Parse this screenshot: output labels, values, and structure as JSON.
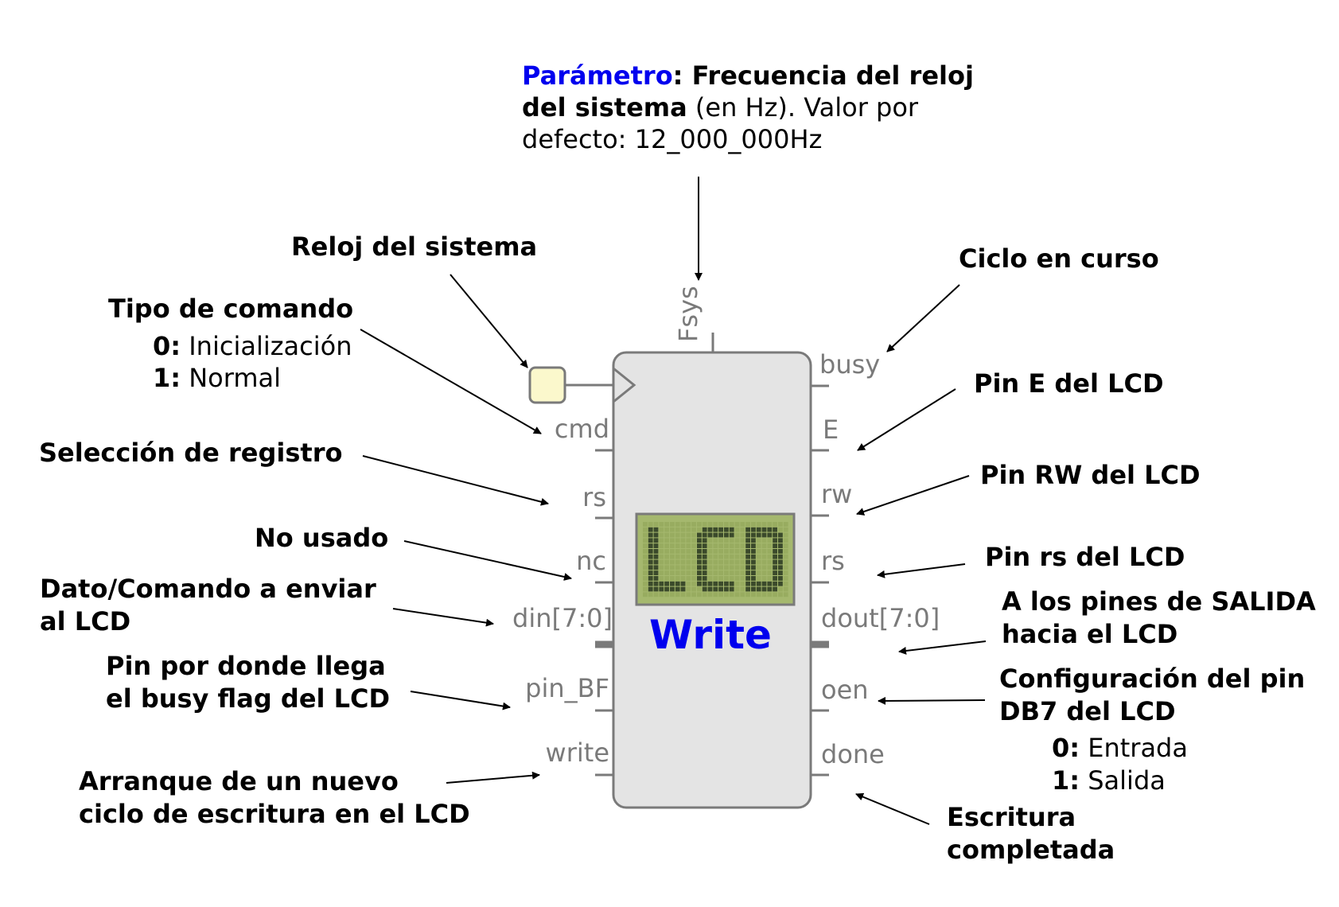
{
  "module": {
    "title": "Write",
    "logo_text": "LCD",
    "parameter_pin": "Fsys",
    "inputs": [
      "cmd",
      "rs",
      "nc",
      "din[7:0]",
      "pin_BF",
      "write"
    ],
    "outputs": [
      "busy",
      "E",
      "rw",
      "rs",
      "dout[7:0]",
      "oen",
      "done"
    ]
  },
  "annotations": {
    "param_keyword": "Parámetro",
    "param_line1_bold": ": Frecuencia del reloj",
    "param_line2_bold": "del sistema",
    "param_line2_normal": " (en Hz). Valor por",
    "param_line3": "defecto: 12_000_000Hz",
    "clock": "Reloj del sistema",
    "cmd_title": "Tipo de comando",
    "cmd_opt0_key": "0:",
    "cmd_opt0_val": " Inicialización",
    "cmd_opt1_key": "1:",
    "cmd_opt1_val": " Normal",
    "rs_in": "Selección de registro",
    "nc": "No usado",
    "din_line1": "Dato/Comando a enviar",
    "din_line2": "al LCD",
    "pinbf_line1": "Pin por donde llega",
    "pinbf_line2": "el busy flag del LCD",
    "write_line1": "Arranque de un nuevo",
    "write_line2": "ciclo de escritura en el LCD",
    "busy": "Ciclo en curso",
    "e_pin": "Pin E del LCD",
    "rw_pin": "Pin RW del LCD",
    "rs_pin": "Pin rs del LCD",
    "dout_line1": "A los pines de SALIDA",
    "dout_line2": "hacia el LCD",
    "oen_line1": "Configuración del pin",
    "oen_line2": "DB7 del LCD",
    "oen_opt0_key": "0:",
    "oen_opt0_val": " Entrada",
    "oen_opt1_key": "1:",
    "oen_opt1_val": " Salida",
    "done_line1": "Escritura",
    "done_line2": "completada"
  },
  "colors": {
    "title": "#0000ee",
    "block_fill": "#e4e4e4",
    "block_stroke": "#7a7a7a",
    "clock_fill": "#fbf8cc",
    "lcd_fill": "#a5b86e",
    "lcd_pixel": "#3b4a2b"
  }
}
